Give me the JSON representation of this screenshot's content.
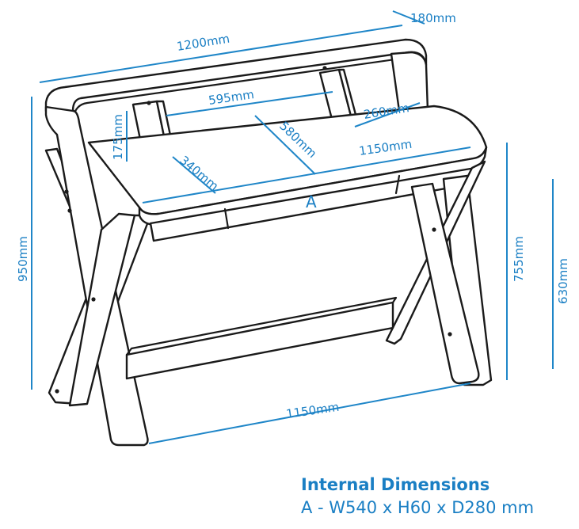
{
  "diagram": {
    "dimensions": {
      "top_width": "1200mm",
      "top_depth": "180mm",
      "shelf_inner_width": "595mm",
      "shelf_height": "175mm",
      "desk_depth": "580mm",
      "side_depth": "260mm",
      "inner_depth": "340mm",
      "desk_width": "1150mm",
      "total_height": "950mm",
      "desk_height": "755mm",
      "under_height": "630mm",
      "base_width": "1150mm"
    },
    "drawer_label": "A",
    "internal": {
      "title": "Internal Dimensions",
      "detail": "A - W540 x H60 x D280 mm"
    },
    "colors": {
      "dimension": "#1a7fc4",
      "outline": "#1a1a1a"
    }
  }
}
